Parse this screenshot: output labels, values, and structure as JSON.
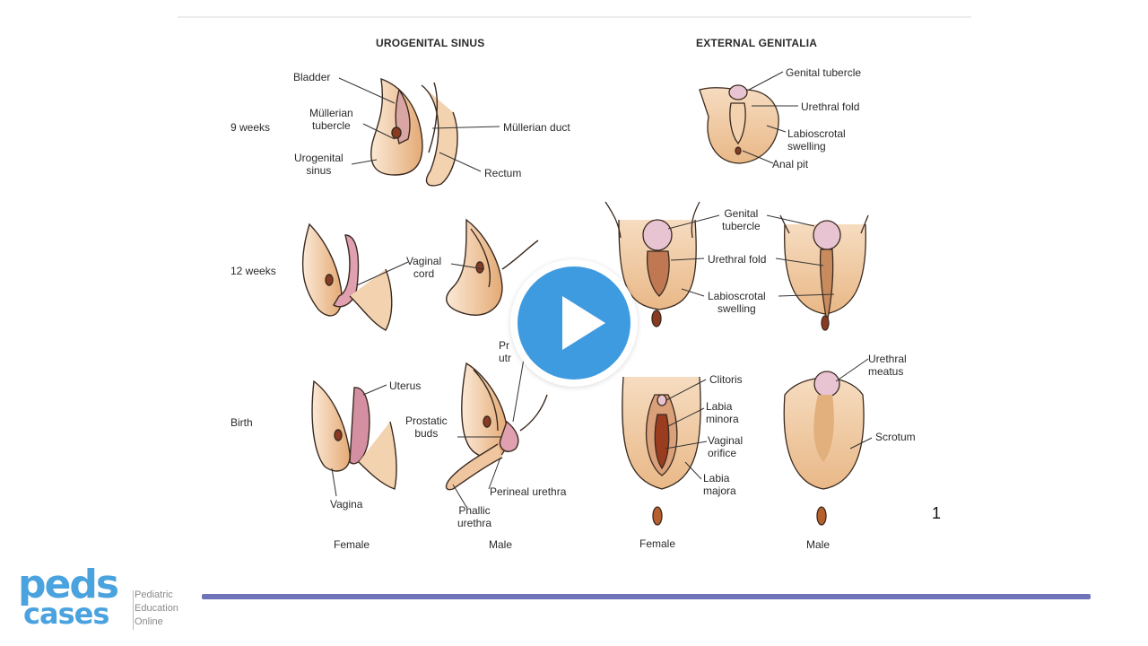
{
  "slide": {
    "page_number": "1",
    "headings": {
      "left": "UROGENITAL SINUS",
      "right": "EXTERNAL GENITALIA"
    },
    "rows": {
      "nine_weeks": "9 weeks",
      "twelve_weeks": "12 weeks",
      "birth": "Birth"
    },
    "footers": {
      "sinus_female": "Female",
      "sinus_male": "Male",
      "ext_female": "Female",
      "ext_male": "Male"
    },
    "labels": {
      "bladder": "Bladder",
      "mullerian_tubercle": "Müllerian\ntubercle",
      "urogenital_sinus": "Urogenital\nsinus",
      "mullerian_duct": "Müllerian duct",
      "rectum": "Rectum",
      "vaginal_cord": "Vaginal\ncord",
      "prostatic_utricle": "Pr\nutr",
      "uterus": "Uterus",
      "prostatic_buds": "Prostatic\nbuds",
      "vagina": "Vagina",
      "perineal_urethra": "Perineal urethra",
      "phallic_urethra": "Phallic\nurethra",
      "genital_tubercle_9w": "Genital tubercle",
      "urethral_fold_9w": "Urethral fold",
      "labioscrotal_swelling_9w": "Labioscrotal\nswelling",
      "anal_pit": "Anal pit",
      "genital_tubercle_12w": "Genital\ntubercle",
      "urethral_fold_12w": "Urethral fold",
      "labioscrotal_swelling_12w": "Labioscrotal\nswelling",
      "clitoris": "Clitoris",
      "labia_minora": "Labia\nminora",
      "vaginal_orifice": "Vaginal\norifice",
      "labia_majora": "Labia\nmajora",
      "urethral_meatus": "Urethral\nmeatus",
      "scrotum": "Scrotum"
    }
  },
  "video": {
    "play_icon": "play-icon",
    "accent_color": "#3f9be0"
  },
  "footer": {
    "logo_top": "peds",
    "logo_bottom": "cases",
    "tagline": "Pediatric\nEducation\nOnline",
    "bar_color": "#6f73b7"
  }
}
